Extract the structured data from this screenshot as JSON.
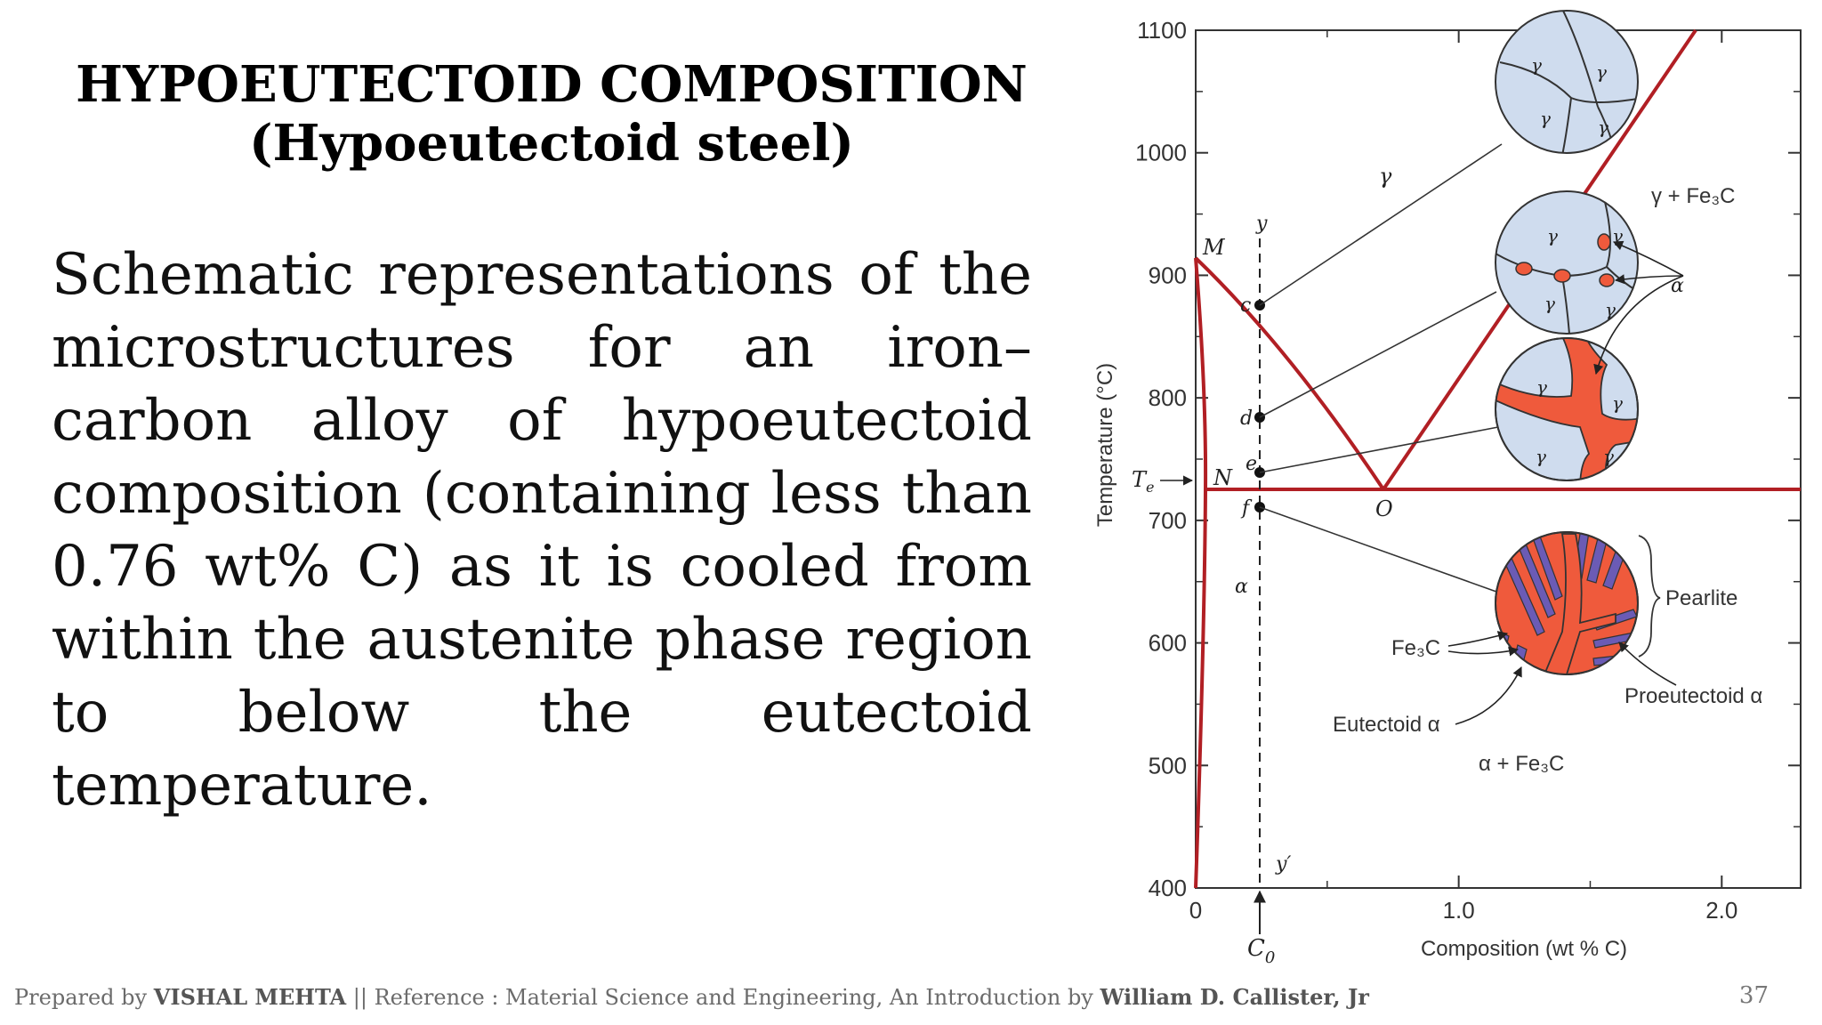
{
  "title": {
    "line1": "HYPOEUTECTOID COMPOSITION",
    "line2": "(Hypoeutectoid steel)"
  },
  "body_text": "Schematic representations of the microstructures for an iron–carbon alloy of hypoeutectoid composition (containing less than 0.76 wt% C) as it is cooled from within the austenite phase region to below the eutectoid temperature.",
  "footer": {
    "prefix": "Prepared by ",
    "author": "VISHAL MEHTA",
    "middle": " || Reference : Material Science and Engineering, An Introduction by ",
    "book_author": "William D. Callister, Jr",
    "page_number": "37"
  },
  "diagram": {
    "xlabel": "Composition (wt % C)",
    "ylabel": "Temperature (°C)",
    "x_ticks": [
      "0",
      "1.0",
      "2.0"
    ],
    "y_ticks": [
      "400",
      "500",
      "600",
      "700",
      "800",
      "900",
      "1000",
      "1100"
    ],
    "x_range": [
      0,
      2.3
    ],
    "y_range": [
      400,
      1100
    ],
    "eutectoid_temperature": 727,
    "eutectoid_composition": 0.76,
    "c0": 0.25,
    "points": {
      "M": "M",
      "N": "N",
      "O": "O",
      "Te": "T",
      "Te_sub": "e",
      "c": "c",
      "d": "d",
      "e": "e",
      "f": "f",
      "y": "y",
      "y_prime": "y′",
      "C0": "C",
      "C0_sub": "0"
    },
    "regions": {
      "gamma": "γ",
      "gamma_fe3c": "γ + Fe₃C",
      "alpha": "α",
      "alpha_fe3c": "α + Fe₃C"
    },
    "labels": {
      "pearlite": "Pearlite",
      "proeutectoid": "Proeutectoid α",
      "eutectoid": "Eutectoid α",
      "fe3c": "Fe₃C",
      "alpha_arrow": "α",
      "grain_gamma": "γ"
    },
    "colors": {
      "phase_line": "#b11f24",
      "grain_fill": "#cfdcee",
      "ferrite_fill": "#ef5a3c",
      "cementite_fill": "#6b5bb5"
    }
  }
}
